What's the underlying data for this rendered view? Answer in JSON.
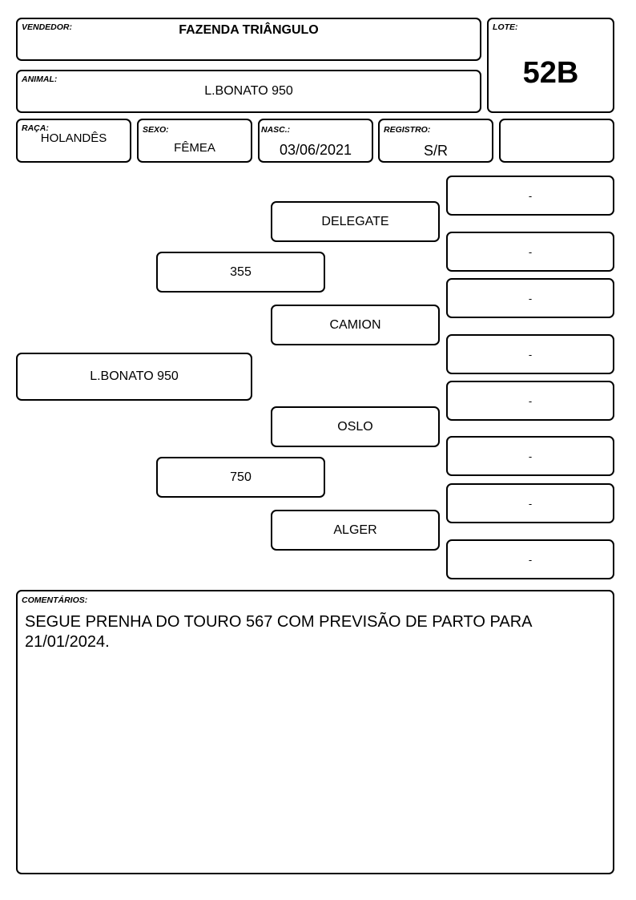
{
  "header": {
    "vendedor_label": "VENDEDOR:",
    "vendedor_value": "FAZENDA TRIÂNGULO",
    "lote_label": "LOTE:",
    "lote_value": "52B",
    "animal_label": "ANIMAL:",
    "animal_value": "L.BONATO 950"
  },
  "info": {
    "raca_label": "RAÇA:",
    "raca_value": "HOLANDÊS",
    "sexo_label": "SEXO:",
    "sexo_value": "FÊMEA",
    "nasc_label": "NASC.:",
    "nasc_value": "03/06/2021",
    "registro_label": "REGISTRO:",
    "registro_value": "S/R",
    "extra_value": ""
  },
  "pedigree": {
    "animal": "L.BONATO 950",
    "sire": "355",
    "dam": "750",
    "sire_sire": "DELEGATE",
    "sire_dam": "CAMION",
    "dam_sire": "OSLO",
    "dam_dam": "ALGER",
    "ggp": [
      "-",
      "-",
      "-",
      "-",
      "-",
      "-",
      "-",
      "-"
    ]
  },
  "comments": {
    "label": "COMENTÁRIOS:",
    "text": "SEGUE PRENHA DO TOURO 567 COM PREVISÃO DE PARTO PARA 21/01/2024."
  }
}
